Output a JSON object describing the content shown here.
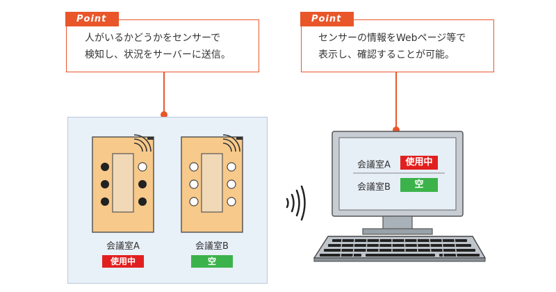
{
  "points": [
    {
      "tag": "Point",
      "lines": [
        "人がいるかどうかをセンサーで",
        "検知し、状況をサーバーに送信。"
      ]
    },
    {
      "tag": "Point",
      "lines": [
        "センサーの情報をWebページ等で",
        "表示し、確認することが可能。"
      ]
    }
  ],
  "rooms": [
    {
      "name": "会議室A",
      "status": "使用中",
      "status_color": "#e21f1f"
    },
    {
      "name": "会議室B",
      "status": "空",
      "status_color": "#3cb34a"
    }
  ],
  "colors": {
    "accent": "#e8562a",
    "room_fill": "#f7c98a",
    "table_fill": "#f1d9b8",
    "occupied": "#e21f1f",
    "vacant": "#3cb34a"
  },
  "icons": [
    "wifi-signal-icon",
    "wireless-waves-icon",
    "computer-monitor-icon",
    "keyboard-icon"
  ]
}
